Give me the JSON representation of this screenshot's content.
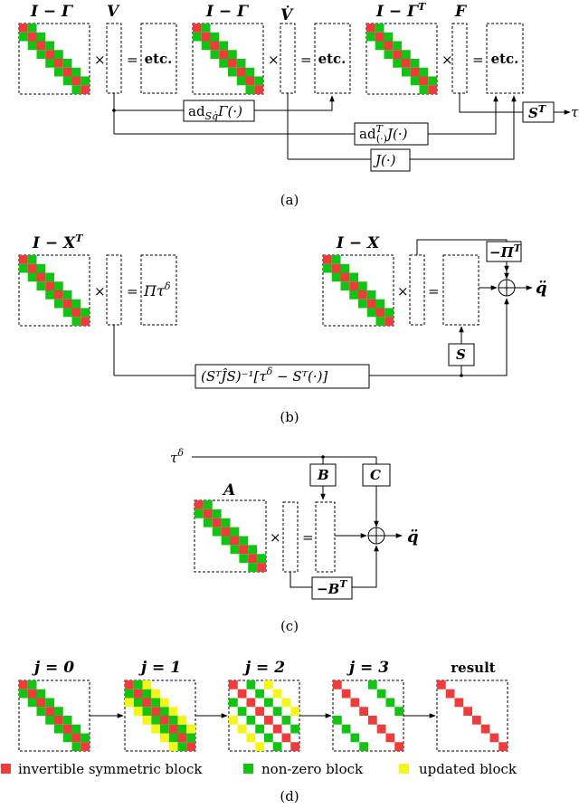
{
  "colors": {
    "red": "#ee3b3b",
    "green": "#11c411",
    "yellow": "#f5f51a"
  },
  "panel_a": {
    "caption": "(a)",
    "m1_label": "I − Γ",
    "v_label": "V",
    "m2_label": "I − Γ",
    "vdot_label": "V̇",
    "m3_label": "I − Γ",
    "m3_sup": "T",
    "f_label": "F",
    "times": "×",
    "equals": "=",
    "etc": "etc.",
    "ad_box": "ad",
    "ad_sub": "Sq̇",
    "ad_tail": "Γ(·)",
    "adT_box": "ad",
    "adT_sup": "T",
    "adT_sub": "(·)",
    "adT_tail": "J(·)",
    "j_box": "J(·)",
    "st_box": "S",
    "st_sup": "T",
    "tau": "τ"
  },
  "panel_b": {
    "caption": "(b)",
    "m1_label": "I − X",
    "m1_sup": "T",
    "rhs1": "Πτ",
    "rhs1_sup": "δ",
    "m2_label": "I − X",
    "times": "×",
    "equals": "=",
    "pi_box": "−Π",
    "pi_sup": "T",
    "s_box": "S",
    "bottom_box": "(SᵀĴS)⁻¹[τ",
    "bottom_sup": "δ",
    "bottom_tail": " − Sᵀ(·)]",
    "out": "q̈"
  },
  "panel_c": {
    "caption": "(c)",
    "tau": "τ",
    "tau_sup": "δ",
    "b_box": "B",
    "c_box": "C",
    "a_label": "A",
    "times": "×",
    "equals": "=",
    "bt_box": "−B",
    "bt_sup": "T",
    "out": "q̈"
  },
  "panel_d": {
    "caption": "(d)",
    "steps": [
      "j = 0",
      "j = 1",
      "j = 2",
      "j = 3",
      "result"
    ],
    "legend": [
      "invertible symmetric block",
      "non-zero block",
      "updated block"
    ]
  }
}
